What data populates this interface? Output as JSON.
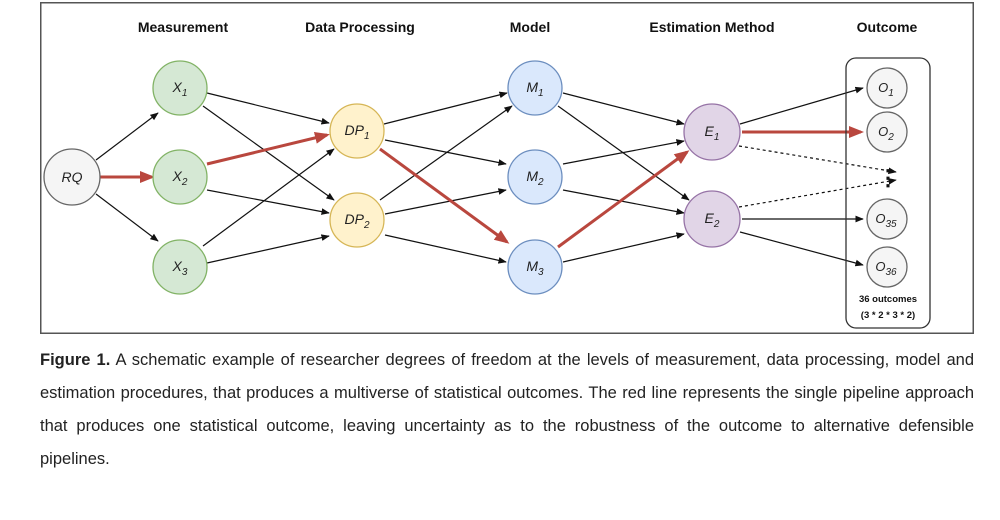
{
  "diagram": {
    "headers": {
      "measurement": "Measurement",
      "data_processing": "Data Processing",
      "model": "Model",
      "estimation_method": "Estimation Method",
      "outcome": "Outcome"
    },
    "nodes": {
      "rq": {
        "main": "RQ",
        "sub": ""
      },
      "x1": {
        "main": "X",
        "sub": "1"
      },
      "x2": {
        "main": "X",
        "sub": "2"
      },
      "x3": {
        "main": "X",
        "sub": "3"
      },
      "dp1": {
        "main": "DP",
        "sub": "1"
      },
      "dp2": {
        "main": "DP",
        "sub": "2"
      },
      "m1": {
        "main": "M",
        "sub": "1"
      },
      "m2": {
        "main": "M",
        "sub": "2"
      },
      "m3": {
        "main": "M",
        "sub": "3"
      },
      "e1": {
        "main": "E",
        "sub": "1"
      },
      "e2": {
        "main": "E",
        "sub": "2"
      },
      "o1": {
        "main": "O",
        "sub": "1"
      },
      "o2": {
        "main": "O",
        "sub": "2"
      },
      "o35": {
        "main": "O",
        "sub": "35"
      },
      "o36": {
        "main": "O",
        "sub": "36"
      }
    },
    "ellipsis": "⋮",
    "outcome_count": "36 outcomes",
    "outcome_formula": "(3 * 2 * 3 * 2)",
    "colors": {
      "question": "#f5f5f5",
      "measurement": "#d5e8d4",
      "processing": "#fff2cc",
      "model": "#dae8fc",
      "estimation": "#e1d5e7",
      "outcome": "#f5f5f5",
      "highlight": "#b9473e"
    }
  },
  "caption": {
    "label": "Figure 1.",
    "text": " A schematic example of researcher degrees of freedom at the levels of measurement, data processing, model and estimation procedures, that produces a multiverse of statistical outcomes. The red line represents the single pipeline approach that produces one statistical outcome, leaving uncertainty as to the robustness of the outcome to alternative defensible pipelines."
  }
}
